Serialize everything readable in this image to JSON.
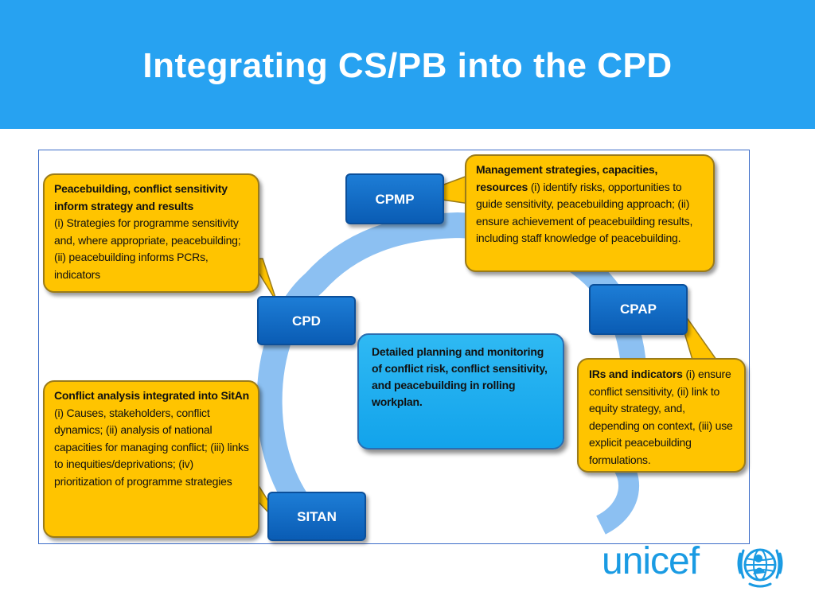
{
  "slide": {
    "title": "Integrating CS/PB into the CPD"
  },
  "boxes": {
    "cpmp": "CPMP",
    "cpd": "CPD",
    "cpap": "CPAP",
    "sitan": "SITAN"
  },
  "callouts": {
    "cpd": {
      "heading": "Peacebuilding, conflict sensitivity inform strategy and results",
      "body": "(i) Strategies for programme sensitivity  and, where appropriate, peacebuilding; (ii) peacebuilding informs PCRs, indicators"
    },
    "cpmp": {
      "heading": "Management strategies, capacities, resources",
      "body": "(i) identify risks, opportunities to guide sensitivity,  peacebuilding approach; (ii) ensure achievement of peacebuilding results, including staff knowledge of peacebuilding."
    },
    "sitan": {
      "heading": "Conflict analysis integrated into SitAn",
      "body": "(i) Causes, stakeholders, conflict dynamics; (ii)  analysis of national capacities for managing conflict; (iii) links to inequities/deprivations; (iv) prioritization  of programme strategies"
    },
    "cpap": {
      "heading": "IRs and indicators",
      "body": "(i) ensure conflict sensitivity, (ii) link to equity strategy, and, depending on context, (iii)  use explicit peacebuilding formulations."
    }
  },
  "center": {
    "text": "Detailed planning and monitoring of conflict risk, conflict sensitivity, and peacebuilding in rolling workplan."
  },
  "logo": {
    "text": "unicef",
    "emblem": "unicef-emblem-icon"
  },
  "colors": {
    "header": "#27a2f1",
    "box": "#1470c8",
    "callout": "#ffc400",
    "center": "#1eaaf0",
    "cycle_arrow": "#8cc0f2"
  }
}
